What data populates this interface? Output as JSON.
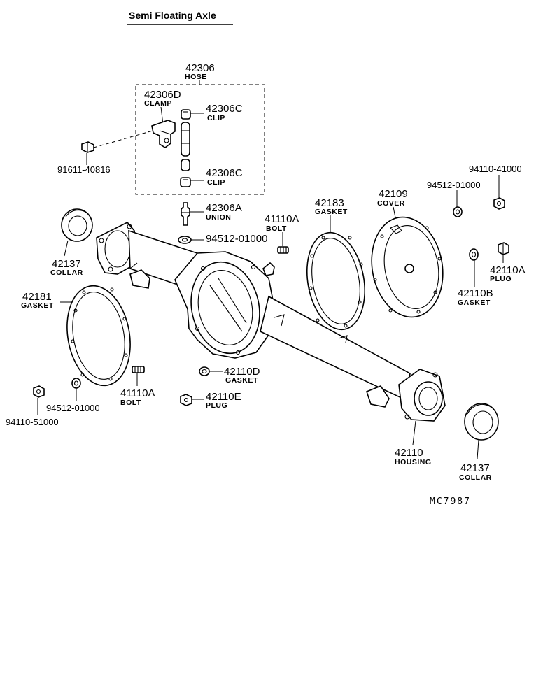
{
  "title": "Semi Floating Axle",
  "reference_code": "MC7987",
  "hose_group": {
    "number": "42306",
    "name": "HOSE"
  },
  "parts": {
    "clamp": {
      "number": "42306D",
      "name": "CLAMP"
    },
    "clip_top": {
      "number": "42306C",
      "name": "CLIP"
    },
    "clip_bottom": {
      "number": "42306C",
      "name": "CLIP"
    },
    "bolt_91611": {
      "number": "91611-40816"
    },
    "union": {
      "number": "42306A",
      "name": "UNION"
    },
    "washer_94512_top": {
      "number": "94512-01000"
    },
    "bolt_41110a_top": {
      "number": "41110A",
      "name": "BOLT"
    },
    "gasket_42183": {
      "number": "42183",
      "name": "GASKET"
    },
    "cover_42109": {
      "number": "42109",
      "name": "COVER"
    },
    "washer_94512_right": {
      "number": "94512-01000"
    },
    "nut_94110_41000": {
      "number": "94110-41000"
    },
    "plug_42110a": {
      "number": "42110A",
      "name": "PLUG"
    },
    "gasket_42110b": {
      "number": "42110B",
      "name": "GASKET"
    },
    "collar_left": {
      "number": "42137",
      "name": "COLLAR"
    },
    "gasket_42181": {
      "number": "42181",
      "name": "GASKET"
    },
    "bolt_41110a_bottom": {
      "number": "41110A",
      "name": "BOLT"
    },
    "washer_94512_bottom": {
      "number": "94512-01000"
    },
    "nut_94110_51000": {
      "number": "94110-51000"
    },
    "gasket_42110d": {
      "number": "42110D",
      "name": "GASKET"
    },
    "plug_42110e": {
      "number": "42110E",
      "name": "PLUG"
    },
    "housing_42110": {
      "number": "42110",
      "name": "HOUSING"
    },
    "collar_right": {
      "number": "42137",
      "name": "COLLAR"
    }
  }
}
